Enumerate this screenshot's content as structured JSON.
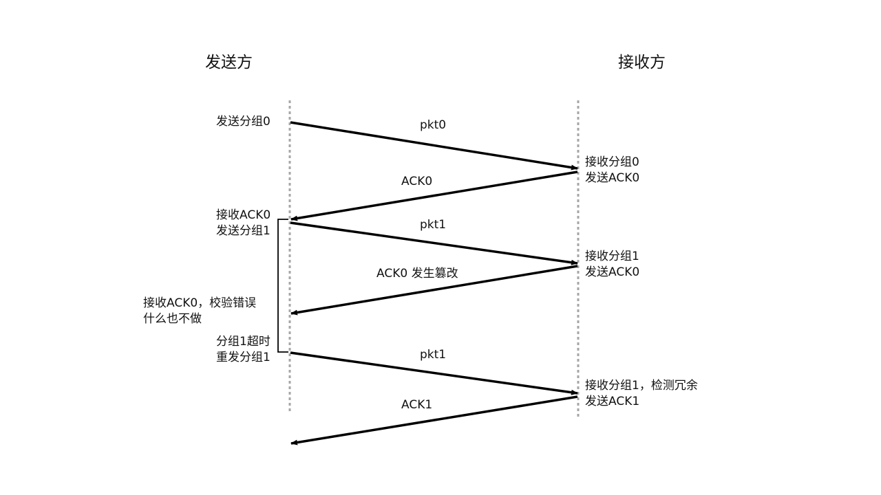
{
  "sender": {
    "title": "发送方",
    "notes": {
      "send_pkt0": "发送分组0",
      "recv_ack0_line1": "接收ACK0",
      "recv_ack0_line2": "发送分组1",
      "corrupt_line1": "接收ACK0，校验错误",
      "corrupt_line2": "什么也不做",
      "timeout_line1": "分组1超时",
      "timeout_line2": "重发分组1"
    }
  },
  "receiver": {
    "title": "接收方",
    "notes": {
      "recv_pkt0_line1": "接收分组0",
      "recv_pkt0_line2": "发送ACK0",
      "recv_pkt1_line1": "接收分组1",
      "recv_pkt1_line2": "发送ACK0",
      "recv_pkt1_dup_line1": "接收分组1，检测冗余",
      "recv_pkt1_dup_line2": "发送ACK1"
    }
  },
  "messages": {
    "pkt0": "pkt0",
    "ack0_first": "ACK0",
    "pkt1": "pkt1",
    "ack0_corrupt": "ACK0 发生篡改",
    "pkt1_retx": "pkt1",
    "ack1": "ACK1"
  },
  "colors": {
    "lifeline": "#a6a6a6",
    "arrow": "#000000"
  }
}
